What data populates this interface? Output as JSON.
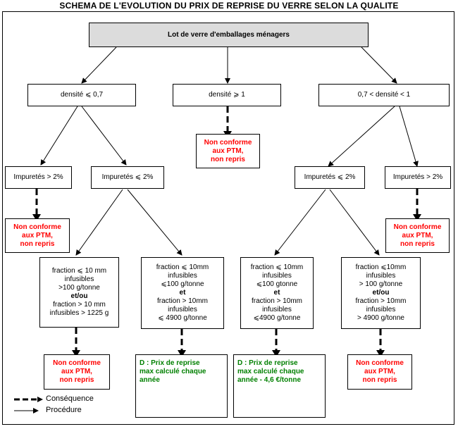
{
  "title": "Schema de l'evolution du prix de reprise du verre selon la qualite",
  "root": "Lot de verre d'emballages ménagers",
  "level1": {
    "left": "densité ⩽ 0,7",
    "center": "densité ⩾ 1",
    "right": "0,7 < densité < 1"
  },
  "center_result": [
    "Non conforme",
    "aux PTM,",
    "non repris"
  ],
  "level2": {
    "ll": "Impuretés > 2%",
    "lr": "Impuretés ⩽ 2%",
    "rl": "Impuretés ⩽ 2%",
    "rr": "Impuretés > 2%"
  },
  "red_ll": [
    "Non conforme",
    "aux PTM,",
    "non repris"
  ],
  "red_rr": [
    "Non conforme",
    "aux PTM,",
    "non repris"
  ],
  "level3": {
    "a": [
      "fraction ⩽ 10 mm",
      "infusibles",
      ">100 g/tonne",
      "et/ou",
      "fraction > 10 mm",
      "infusibles > 1225 g"
    ],
    "b": [
      "fraction ⩽ 10mm",
      "infusibles",
      "⩽100 g/tonne",
      "et",
      "fraction > 10mm",
      "infusibles",
      "⩽ 4900 g/tonne"
    ],
    "c": [
      "fraction ⩽ 10mm",
      "infusibles",
      "⩽100 gtonne",
      "et",
      "fraction > 10mm",
      "infusibles",
      "⩽4900 g/tonne"
    ],
    "d": [
      "fraction ⩽10mm",
      "infusibles",
      "> 100 g/tonne",
      "et/ou",
      "fraction > 10mm",
      "infusibles",
      "> 4900 g/tonne"
    ]
  },
  "level4": {
    "a": [
      "Non conforme",
      "aux PTM,",
      "non repris"
    ],
    "b": [
      "D :  Prix de reprise",
      "max   calculé chaque",
      "année"
    ],
    "c": [
      "D :  Prix de reprise",
      "max calculé chaque",
      "année - 4,6 €/tonne"
    ],
    "d": [
      "Non conforme",
      "aux PTM,",
      "non repris"
    ]
  },
  "legend": {
    "consequence": "Conséquence",
    "procedure": "Procédure"
  },
  "colors": {
    "red": "#ff0000",
    "green": "#008000",
    "head_bg": "#dcdcdc"
  }
}
